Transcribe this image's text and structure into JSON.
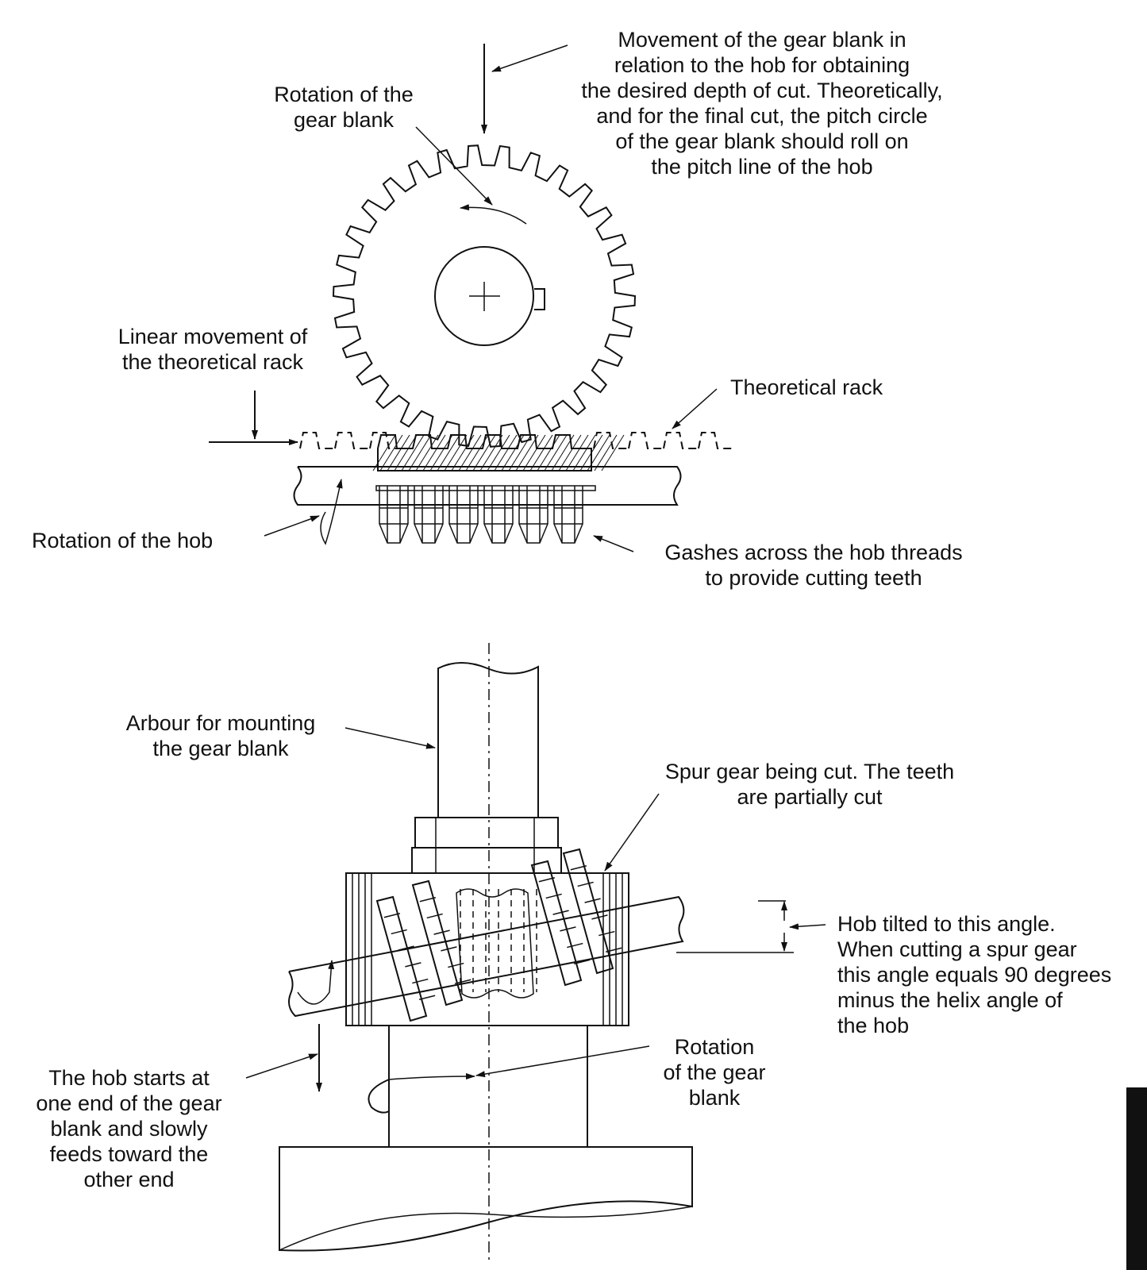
{
  "labels": {
    "movement": [
      "Movement of the gear blank in",
      "relation to the hob for obtaining",
      "the desired depth of cut. Theoretically,",
      "and for the final cut, the pitch circle",
      "of the gear blank should roll on",
      "the pitch line of the hob"
    ],
    "rotation_blank_top": [
      "Rotation of the",
      "gear blank"
    ],
    "linear_movement": [
      "Linear movement of",
      "the theoretical rack"
    ],
    "theoretical_rack": [
      "Theoretical rack"
    ],
    "rotation_hob": [
      "Rotation of the hob"
    ],
    "gashes": [
      "Gashes across the hob threads",
      "to provide cutting teeth"
    ],
    "arbour": [
      "Arbour for mounting",
      "the gear blank"
    ],
    "spur_gear": [
      "Spur gear being cut. The teeth",
      "are partially cut"
    ],
    "hob_tilted": [
      "Hob tilted to this angle.",
      "When cutting a spur gear",
      "this angle equals 90 degrees",
      "minus the helix angle of",
      "the hob"
    ],
    "hob_starts": [
      "The hob starts at",
      "one end of the gear",
      "blank and slowly",
      "feeds toward the",
      "other end"
    ],
    "rotation_blank_bottom": [
      "Rotation",
      "of the gear",
      "blank"
    ]
  }
}
